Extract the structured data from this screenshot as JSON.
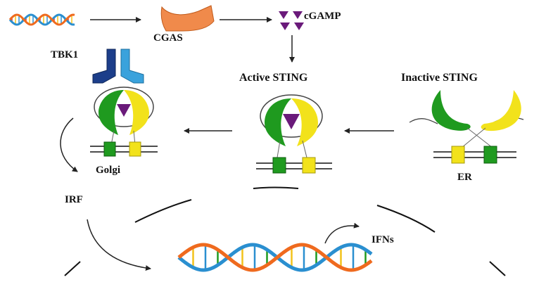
{
  "labels": {
    "cgas": "CGAS",
    "cgamp": "cGAMP",
    "tbk1": "TBK1",
    "active_sting": "Active STING",
    "inactive_sting": "Inactive STING",
    "golgi": "Golgi",
    "er": "ER",
    "irf": "IRF",
    "ifns": "IFNs"
  },
  "colors": {
    "sting_green": "#1f9a1f",
    "sting_yellow": "#f2e21b",
    "cgamp_purple": "#6a1a7a",
    "cgas_orange": "#f08a4b",
    "tbk1_dark_blue": "#1c3e8a",
    "tbk1_light_blue": "#3aa2dc",
    "dna_blue": "#2a8fd0",
    "dna_orange": "#ef6a1e"
  }
}
